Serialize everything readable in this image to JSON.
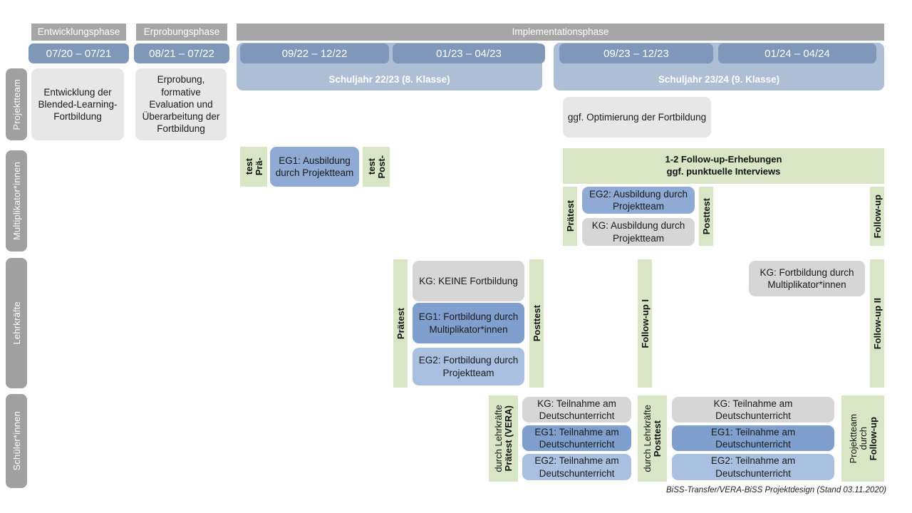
{
  "diagram": {
    "caption": "BiSS-Transfer/VERA-BiSS Projektdesign (Stand 03.11.2020)",
    "colors": {
      "phase_gray": "#A6A6A6",
      "date_blue": "#7F97B8",
      "schoolyear_blue": "#AEBED4",
      "role_gray": "#A0A0A0",
      "box_gray": "#E7E7E7",
      "box_gray_dark": "#D6D6D6",
      "box_blue_mid": "#8FAAD4",
      "box_blue_dark": "#7FA0CE",
      "box_blue_light": "#A9C0E0",
      "assessment_green": "#D8E6C6"
    }
  },
  "phases": [
    {
      "label": "Entwicklungsphase"
    },
    {
      "label": "Erprobungsphase"
    },
    {
      "label": "Implementationsphase"
    }
  ],
  "periods": [
    {
      "label": "07/20 – 07/21"
    },
    {
      "label": "08/21 – 07/22"
    },
    {
      "label": "09/22 – 12/22"
    },
    {
      "label": "01/23 – 04/23"
    },
    {
      "label": "09/23 – 12/23"
    },
    {
      "label": "01/24 – 04/24"
    }
  ],
  "school_years": [
    {
      "label": "Schuljahr 22/23 (8. Klasse)"
    },
    {
      "label": "Schuljahr 23/24 (9. Klasse)"
    }
  ],
  "roles": [
    {
      "label": "Projektteam"
    },
    {
      "label": "Multiplikator*innen"
    },
    {
      "label": "Lehrkräfte"
    },
    {
      "label": "Schüler*innen"
    }
  ],
  "projektteam": {
    "entwicklung": "Entwicklung der Blended-Learning-Fortbildung",
    "erprobung": "Erprobung, formative Evaluation und Überarbeitung der Fortbildung",
    "optimierung": "ggf. Optimierung der Fortbildung"
  },
  "multiplikatoren": {
    "praetest_line1": "Prä-",
    "praetest_line2": "test",
    "posttest_line1": "Post-",
    "posttest_line2": "test",
    "eg1": "EG1: Ausbildung durch Projektteam",
    "followup_band_line1": "1-2 Follow-up-Erhebungen",
    "followup_band_line2": "ggf. punktuelle Interviews",
    "praetest2": "Prätest",
    "posttest2": "Posttest",
    "followup": "Follow-up",
    "eg2": "EG2: Ausbildung durch Projektteam",
    "kg": "KG: Ausbildung durch Projektteam"
  },
  "lehrkraefte": {
    "praetest": "Prätest",
    "posttest": "Posttest",
    "followup1": "Follow-up I",
    "followup2": "Follow-up II",
    "kg_keine": "KG:  KEINE Fortbildung",
    "eg1": "EG1: Fortbildung durch Multiplikator*innen",
    "eg2": "EG2: Fortbildung durch Projektteam",
    "kg_fortbildung": "KG: Fortbildung durch Multiplikator*innen"
  },
  "schueler": {
    "praetest_bold": "Prätest (VERA)",
    "praetest_sub": "durch Lehrkräfte",
    "posttest_bold": "Posttest",
    "posttest_sub": "durch Lehrkräfte",
    "followup_bold": "Follow-up",
    "followup_sub1": "durch",
    "followup_sub2": "Projektteam",
    "kg": "KG: Teilnahme am Deutschunterricht",
    "eg1": "EG1: Teilnahme am Deutschunterricht",
    "eg2": "EG2: Teilnahme am Deutschunterricht"
  }
}
